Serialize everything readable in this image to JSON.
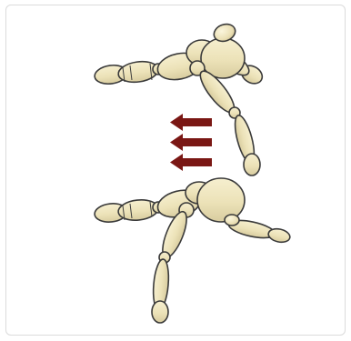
{
  "figure": {
    "subject": "wooden-mannequin-illustration",
    "arrows": {
      "count": 3,
      "direction": "left",
      "color": "#7a1714"
    },
    "mannequin_colors": {
      "fill": "#efe6c0",
      "stroke": "#333333",
      "shade": "#cfc39a"
    },
    "card_border": "#dcdcdc"
  }
}
